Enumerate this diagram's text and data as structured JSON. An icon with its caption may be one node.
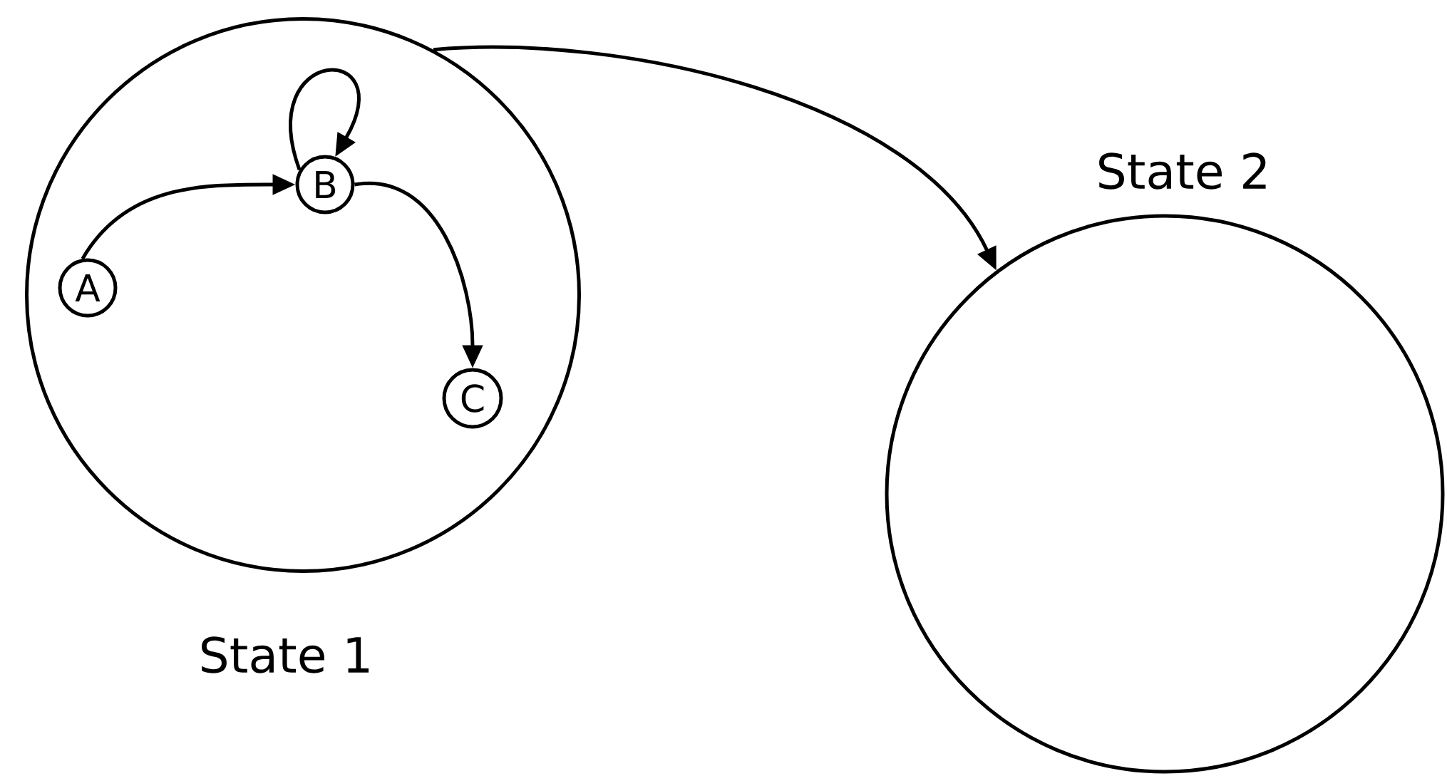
{
  "diagram": {
    "nodes": [
      {
        "text": [
          "State 1"
        ]
      },
      {
        "text": [
          "A"
        ],
        "in": 0
      },
      {
        "text": [
          "B"
        ],
        "in": 0
      },
      {
        "text": [
          "C"
        ],
        "in": 0
      },
      {
        "text": [
          "State 2"
        ]
      }
    ],
    "edges": [
      {
        "from": 1,
        "to": 2,
        "arrow": "to"
      },
      {
        "from": 2,
        "to": 2,
        "arrow": "to"
      },
      {
        "from": 2,
        "to": 3,
        "arrow": "to"
      },
      {
        "from": 0,
        "to": 4,
        "arrow": "to"
      }
    ]
  }
}
